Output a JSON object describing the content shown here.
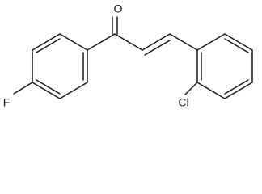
{
  "structure": {
    "atoms": {
      "oxygen": "O",
      "fluorine": "F",
      "chlorine": "Cl"
    },
    "colors": {
      "ink": "#1a1a1a",
      "background": "#ffffff"
    }
  }
}
